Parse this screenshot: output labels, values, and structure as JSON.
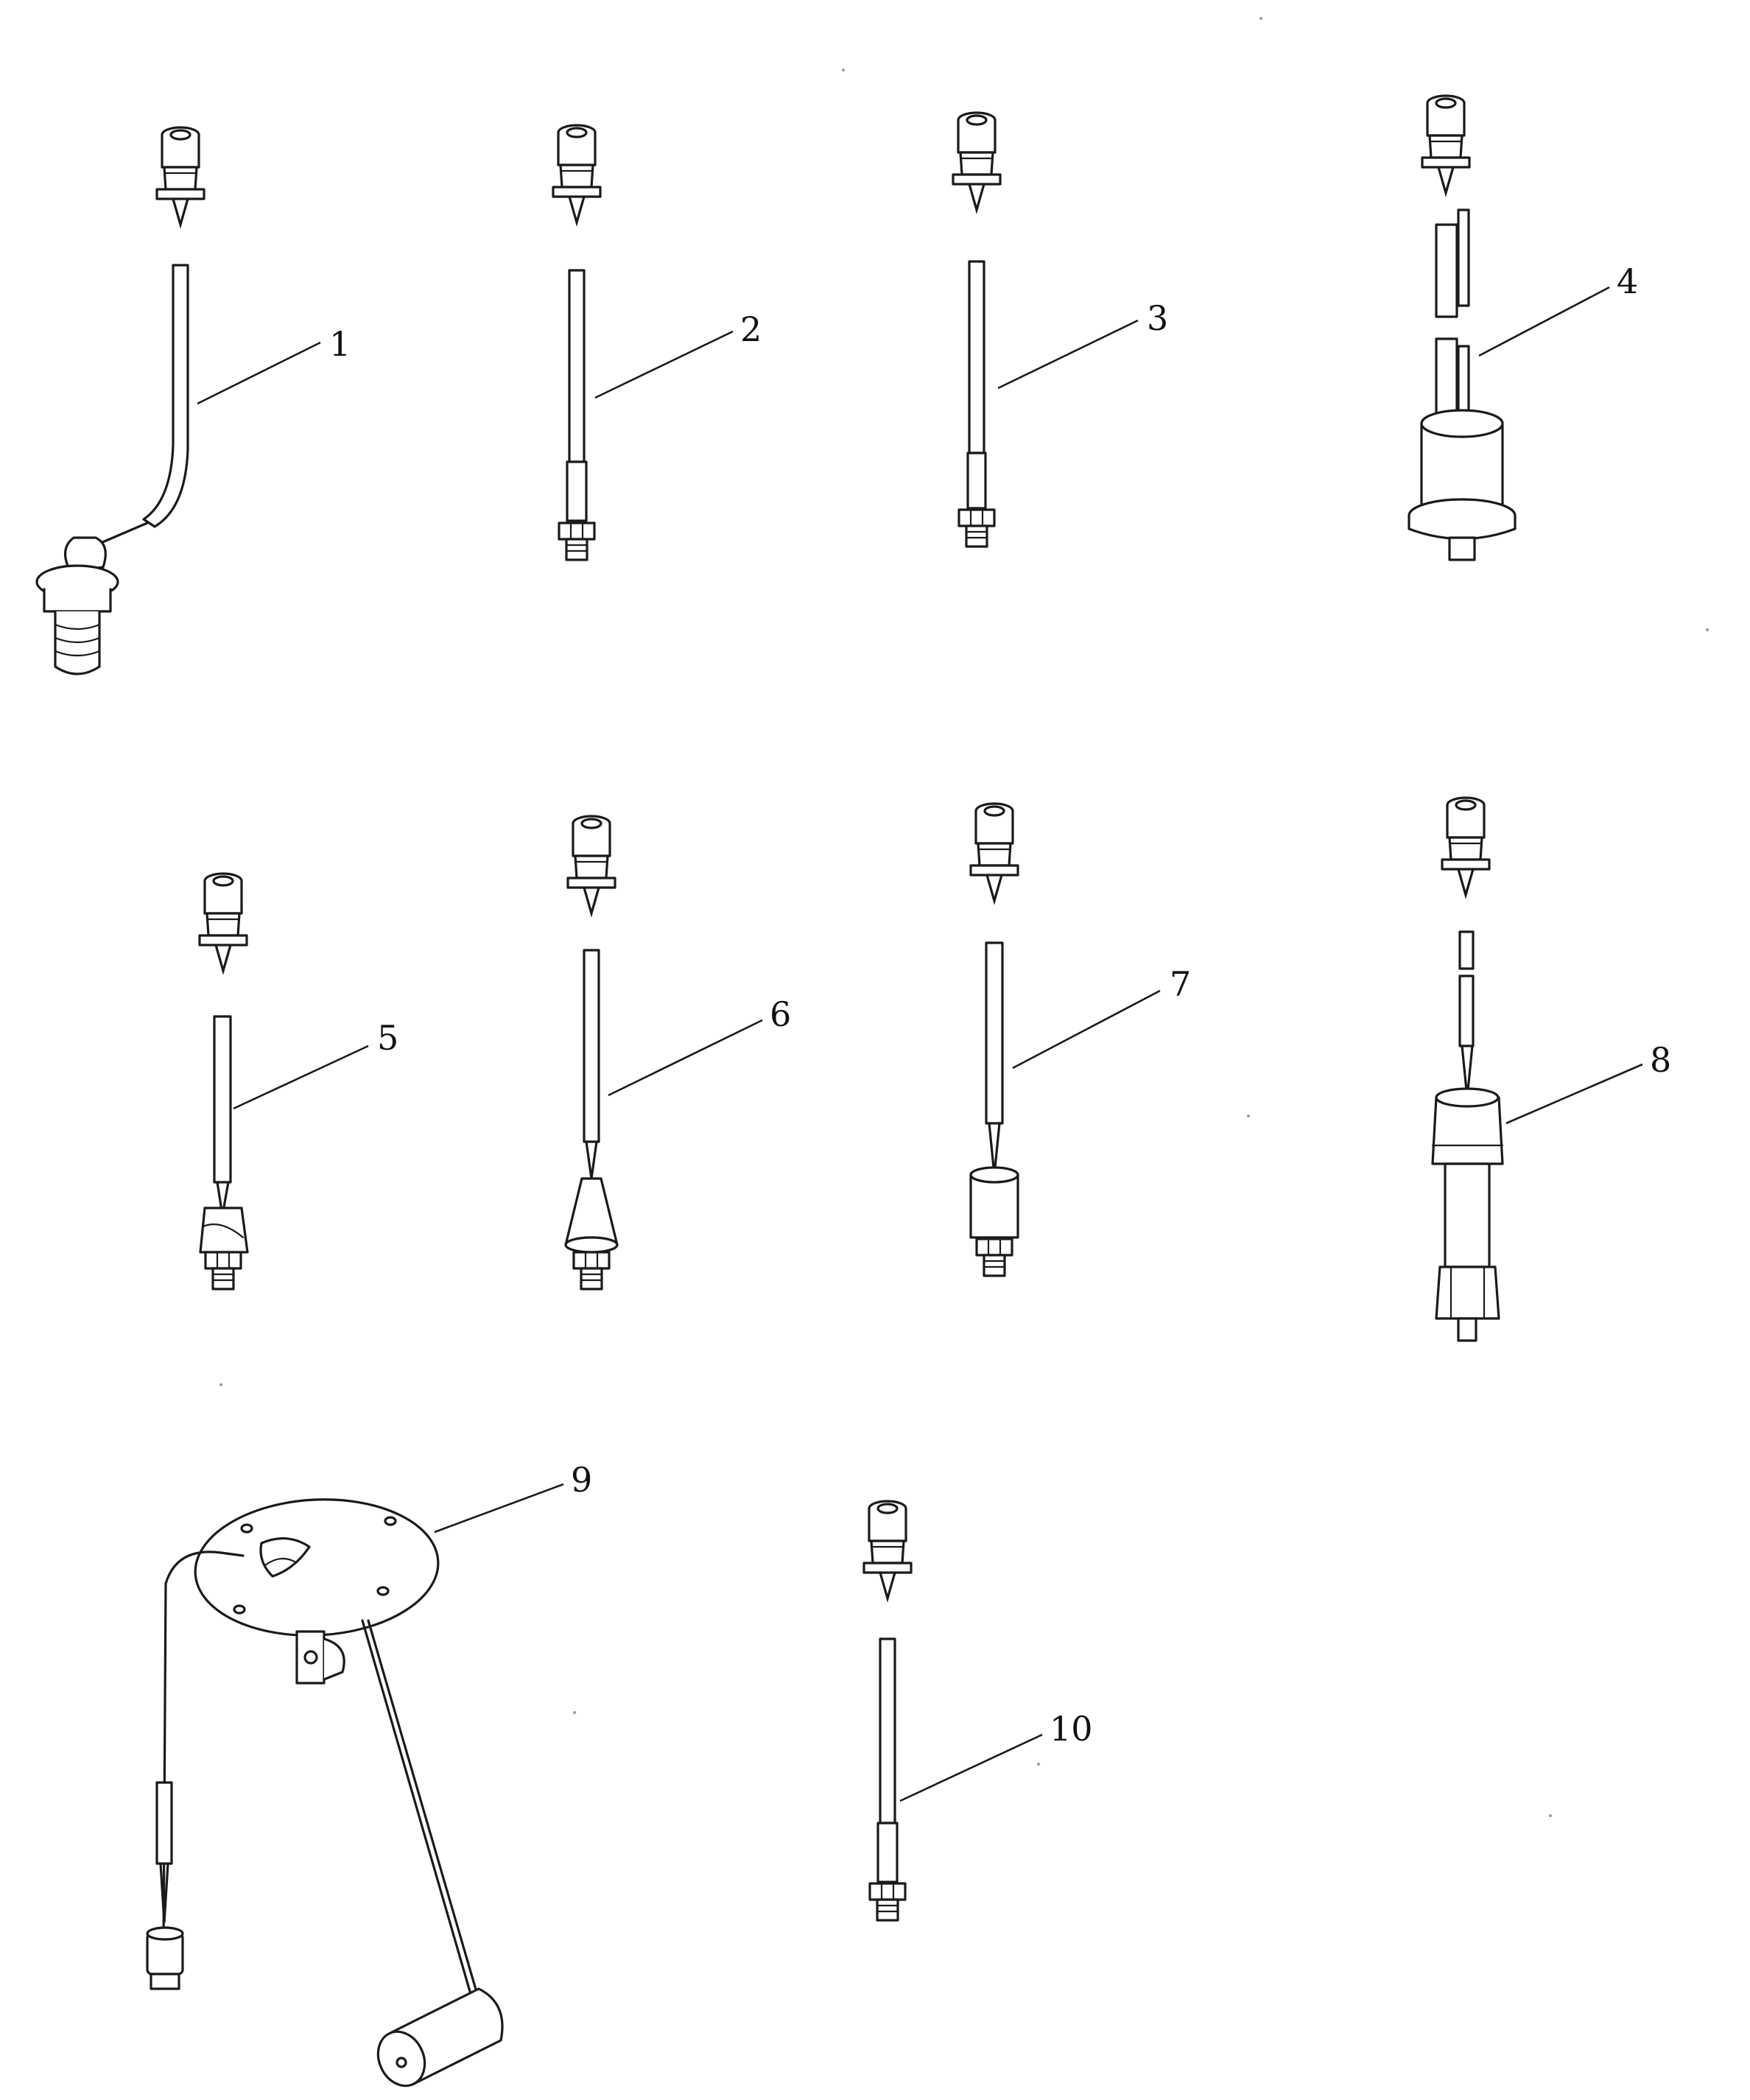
{
  "callouts": [
    {
      "id": "1",
      "label": "1",
      "part_type": "sensor-bent-wire-threaded-fitting"
    },
    {
      "id": "2",
      "label": "2",
      "part_type": "sensor-straight-probe"
    },
    {
      "id": "3",
      "label": "3",
      "part_type": "sensor-straight-probe"
    },
    {
      "id": "4",
      "label": "4",
      "part_type": "sensor-cylinder-flange"
    },
    {
      "id": "5",
      "label": "5",
      "part_type": "pressure-switch-small"
    },
    {
      "id": "6",
      "label": "6",
      "part_type": "pressure-switch-conical"
    },
    {
      "id": "7",
      "label": "7",
      "part_type": "pressure-switch-cylinder"
    },
    {
      "id": "8",
      "label": "8",
      "part_type": "sensor-long-body"
    },
    {
      "id": "9",
      "label": "9",
      "part_type": "fuel-level-sender-float"
    },
    {
      "id": "10",
      "label": "10",
      "part_type": "sensor-straight-probe"
    }
  ],
  "icons": {
    "connector": "connector-plug-icon",
    "float": "float-icon"
  },
  "colors": {
    "ink": "#1a1a1a",
    "background": "#ffffff"
  }
}
